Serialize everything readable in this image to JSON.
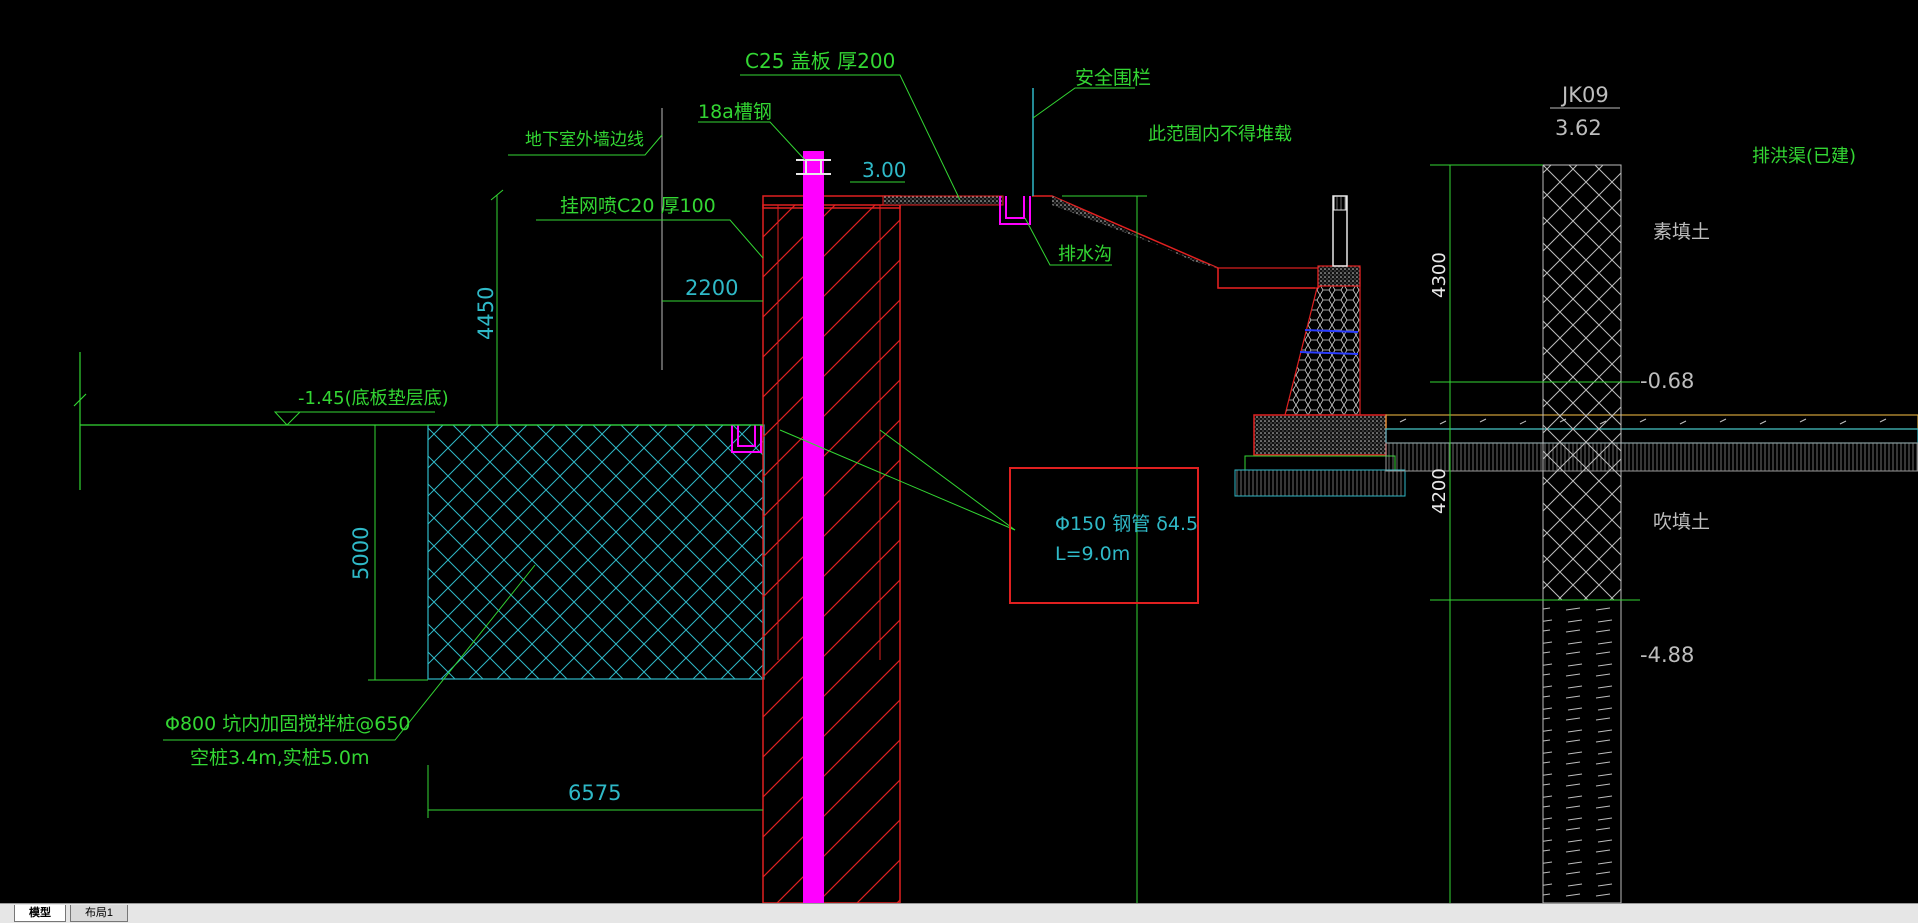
{
  "colors": {
    "background": "#000000",
    "annotation_green": "#33d633",
    "cyan": "#2fb9c7",
    "red": "#e02020",
    "magenta": "#ff00ff",
    "gray": "#c0c0c0",
    "blue": "#2a3cff",
    "white": "#e8e8e8"
  },
  "labels": {
    "cover_plate": "C25  盖板  厚200",
    "channel_steel": "18a槽钢",
    "safety_fence": "安全围栏",
    "no_stacking": "此范围内不得堆载",
    "basement_wall": "地下室外墙边线",
    "dim_300": "3.00",
    "shotcrete": "挂网喷C20   厚100",
    "drain_ditch": "排水沟",
    "dim_2200": "2200",
    "dim_4450": "4450",
    "slab_level": "-1.45(底板垫层底)",
    "dim_5000": "5000",
    "steel_pipe": "Φ150 钢管  δ4.5",
    "pipe_length": "L=9.0m",
    "mixing_pile": "Φ800 坑内加固搅拌桩@650",
    "pile_spec": "空桩3.4m,实桩5.0m",
    "dim_6575": "6575",
    "borehole_id": "JK09",
    "borehole_elev": "3.62",
    "flood_channel": "排洪渠(已建)",
    "layer_fill": "素填土",
    "level_068": "-0.68",
    "layer_hydraulic_fill": "吹填土",
    "level_488": "-4.88",
    "dim_4300": "4300",
    "dim_4200": "4200"
  },
  "tabs": [
    {
      "label": "模型",
      "active": true
    },
    {
      "label": "布局1",
      "active": false
    }
  ]
}
